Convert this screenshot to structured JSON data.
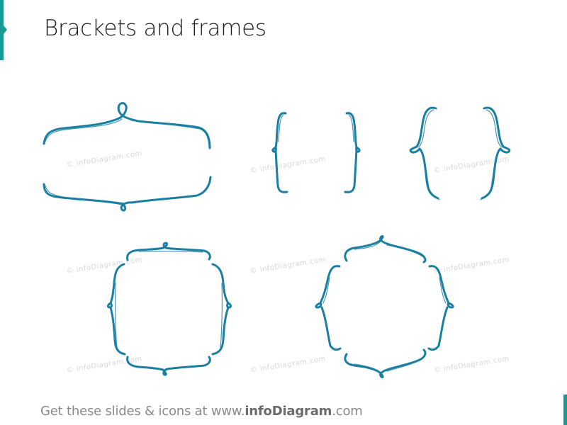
{
  "slide": {
    "title": "Brackets and frames",
    "footer": {
      "prefix": "Get these slides & icons at www.",
      "brand": "infoDiagram",
      "suffix": ".com"
    },
    "watermark_text": "© infoDiagram.com",
    "colors": {
      "accent": "#1a9a94",
      "stroke": "#1b7ea3",
      "title": "#1a1a1a",
      "footer": "#8a8a8a",
      "watermark": "#d8d8d8"
    }
  },
  "shapes": [
    {
      "name": "horizontal-bracket-pair-with-loops"
    },
    {
      "name": "square-bracket-pair"
    },
    {
      "name": "curly-brace-pair"
    },
    {
      "name": "rounded-square-frame"
    },
    {
      "name": "octagonal-ornate-frame"
    }
  ]
}
